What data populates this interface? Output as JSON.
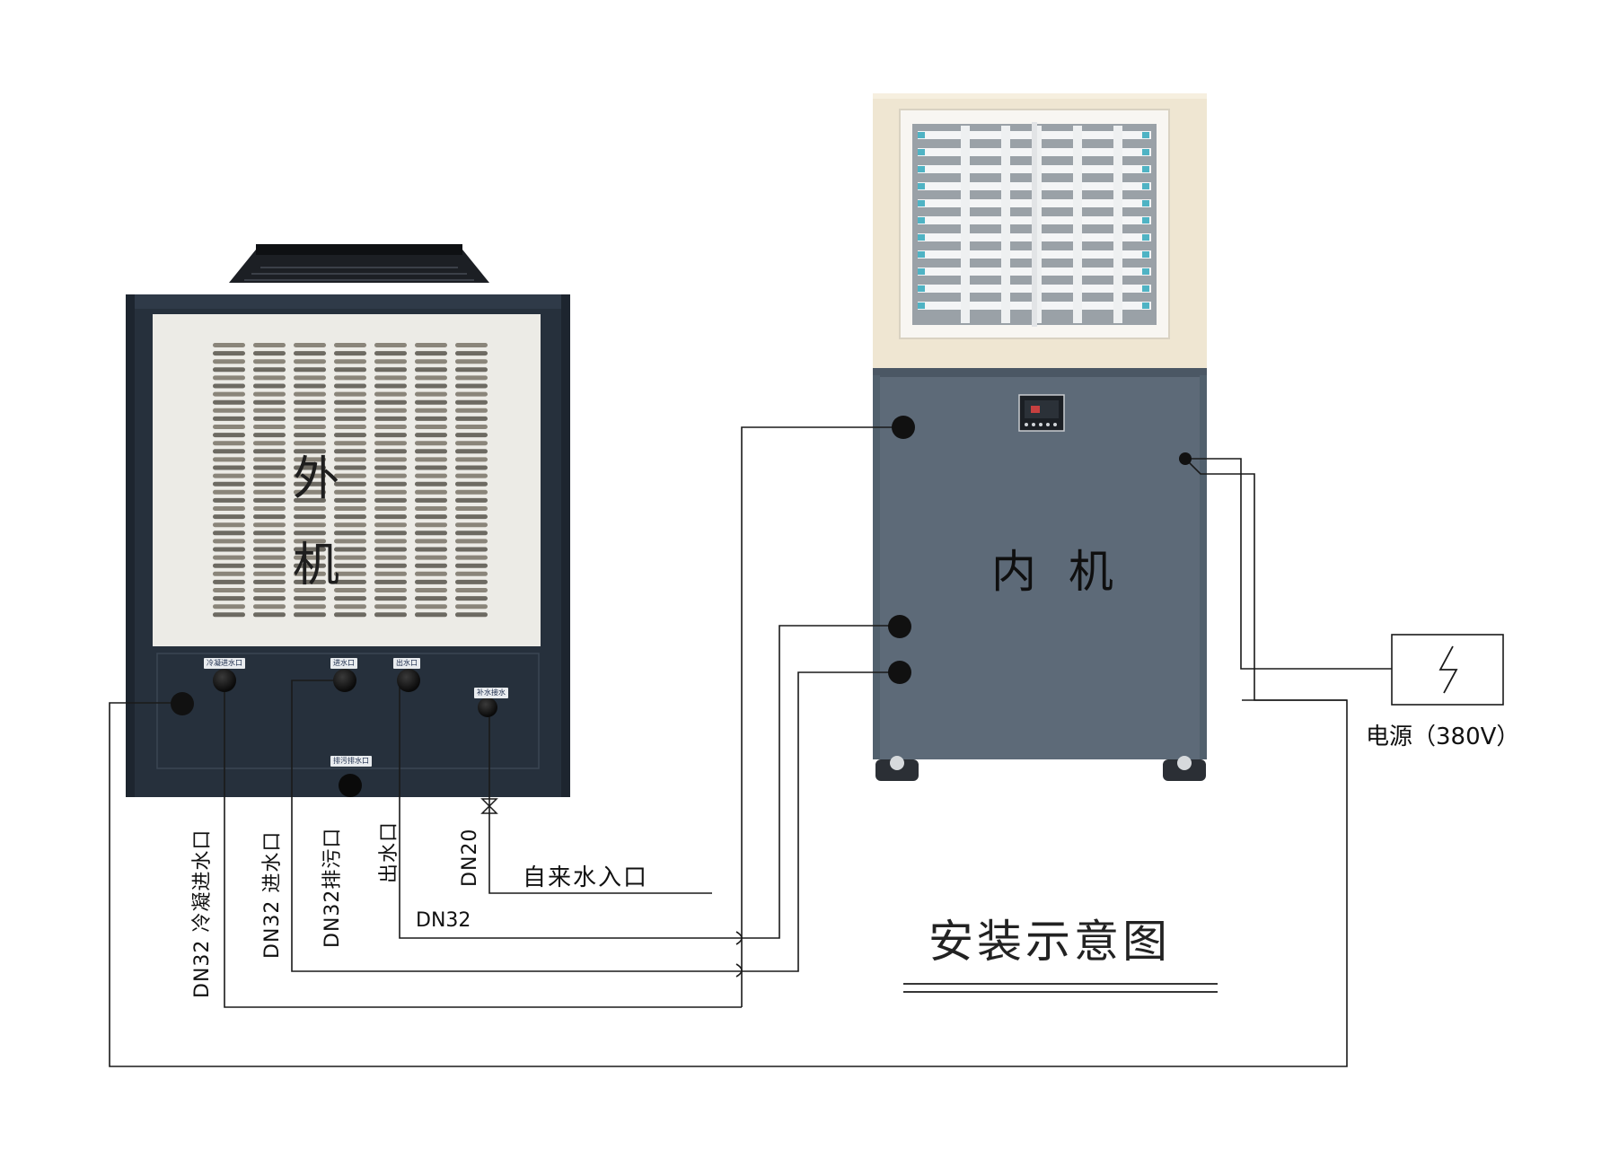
{
  "outdoor_unit": {
    "char_1": "外",
    "char_2": "机",
    "port_tags": [
      "冷凝进水口",
      "进水口",
      "出水口",
      "补水接水",
      "排污排水口"
    ]
  },
  "indoor_unit": {
    "label": "内 机"
  },
  "power": {
    "label": "电源（380V）"
  },
  "pipe_labels": {
    "condenser_inlet": "DN32 冷凝进水口",
    "water_inlet": "DN32 进水口",
    "drain": "DN32排污口",
    "water_outlet": "出水口",
    "makeup": "DN20",
    "tap_water": "自来水入口",
    "outlet_size": "DN32"
  },
  "title": "安装示意图",
  "colors": {
    "outdoor_body": "#26303c",
    "outdoor_panel": "#ecebe6",
    "indoor_body": "#5d6a78",
    "indoor_top": "#efe6d2",
    "line": "#1a1a1a"
  }
}
